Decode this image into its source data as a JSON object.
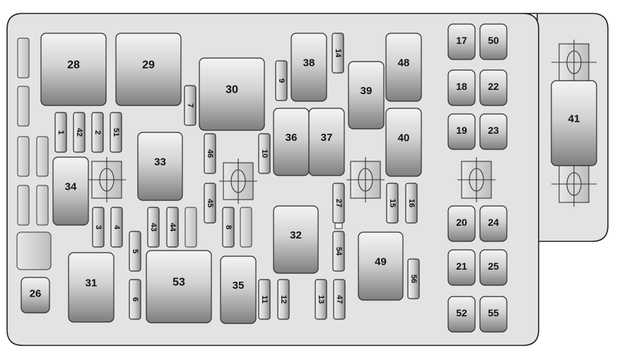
{
  "colors": {
    "panel_fill": "#e3e3e3",
    "panel_stroke": "#222222",
    "fuse_light": "#f2f2f2",
    "fuse_dark": "#8a8a8a",
    "label": "#111111"
  },
  "fuses": {
    "f1": "1",
    "f2": "2",
    "f3": "3",
    "f4": "4",
    "f5": "5",
    "f6": "6",
    "f7": "7",
    "f8": "8",
    "f9": "9",
    "f10": "10",
    "f11": "11",
    "f12": "12",
    "f13": "13",
    "f14": "14",
    "f15": "15",
    "f16": "16",
    "f17": "17",
    "f18": "18",
    "f19": "19",
    "f20": "20",
    "f21": "21",
    "f22": "22",
    "f23": "23",
    "f24": "24",
    "f25": "25",
    "f26": "26",
    "f27": "27",
    "f28": "28",
    "f29": "29",
    "f30": "30",
    "f31": "31",
    "f32": "32",
    "f33": "33",
    "f34": "34",
    "f35": "35",
    "f36": "36",
    "f37": "37",
    "f38": "38",
    "f39": "39",
    "f40": "40",
    "f41": "41",
    "f42": "42",
    "f43": "43",
    "f44": "44",
    "f45": "45",
    "f46": "46",
    "f47": "47",
    "f48": "48",
    "f49": "49",
    "f50": "50",
    "f51": "51",
    "f52": "52",
    "f53": "53",
    "f54": "54",
    "f55": "55",
    "f56": "56"
  }
}
